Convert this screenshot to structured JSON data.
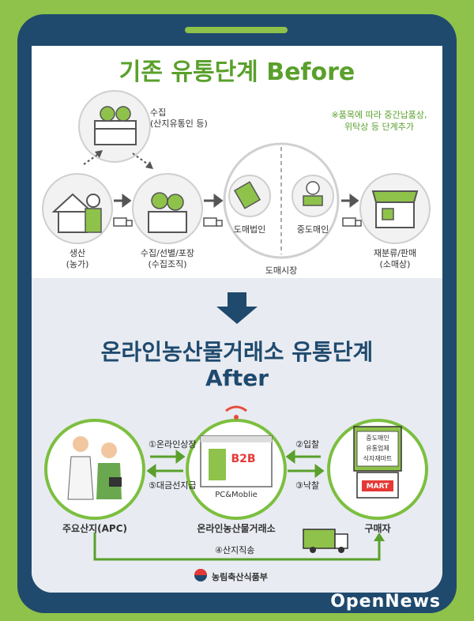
{
  "before": {
    "title": "기존 유통단계 Before",
    "note_line1": "※품목에 따라 중간납품상,",
    "note_line2": "위탁상 등 단계추가",
    "collect_title": "수집",
    "collect_sub": "(산지유통인 등)",
    "producer_title": "생산",
    "producer_sub": "(농가)",
    "sorting_title": "수집/선별/포장",
    "sorting_sub": "(수집조직)",
    "wholesale_corp": "도매법인",
    "middle_wholesaler": "중도매인",
    "wholesale_market": "도매시장",
    "retail_title": "재분류/판매",
    "retail_sub": "(소매상)"
  },
  "after": {
    "title_line1": "온라인농산물거래소 유통단계",
    "title_line2": "After",
    "apc_label": "주요산지(APC)",
    "exchange_label": "온라인농산물거래소",
    "buyer_label": "구매자",
    "step1": "①온라인상장",
    "step2": "②입찰",
    "step3": "③낙찰",
    "step4": "④산지직송",
    "step5": "⑤대금선지급",
    "b2b": "B2B",
    "pc_mobile": "PC&Moblie",
    "buyer_sign_line1": "중도매인",
    "buyer_sign_line2": "유통업체",
    "buyer_sign_line3": "식자재마트",
    "mart": "MART"
  },
  "footer": {
    "ministry": "농림축산식품부",
    "watermark": "OpenNews"
  },
  "colors": {
    "green": "#5aa02c",
    "navy": "#1f4a6e",
    "background": "#8fc24a"
  }
}
